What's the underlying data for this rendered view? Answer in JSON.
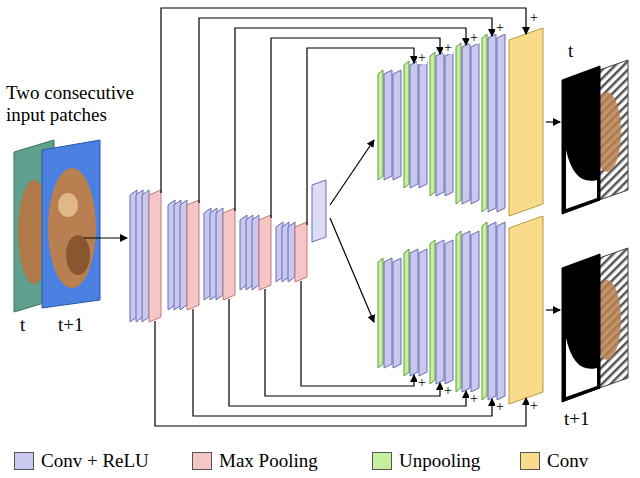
{
  "diagram": {
    "labels": [
      "Two consecutive input patches",
      "t",
      "t+1",
      "t",
      "t+1",
      "+",
      "+",
      "+",
      "+",
      "+",
      "+",
      "+",
      "+",
      "+",
      "+"
    ],
    "legend": [
      {
        "text": "Conv + ReLU",
        "color": "#c8c8f0"
      },
      {
        "text": "Max Pooling",
        "color": "#f5c6c6"
      },
      {
        "text": "Unpooling",
        "color": "#c6f0a0"
      },
      {
        "text": "Conv",
        "color": "#f8dc8c"
      }
    ]
  }
}
